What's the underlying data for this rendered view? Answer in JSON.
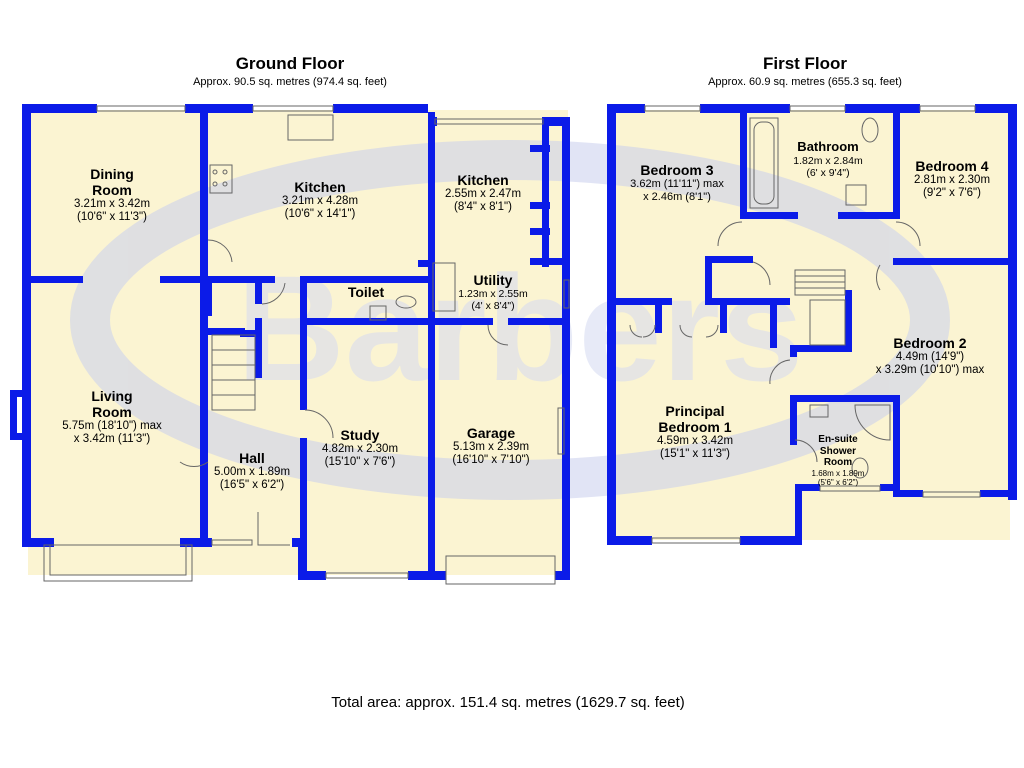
{
  "ground_floor": {
    "title": "Ground Floor",
    "area": "Approx. 90.5 sq. metres (974.4 sq. feet)",
    "rooms": {
      "dining": {
        "name_line1": "Dining",
        "name_line2": "Room",
        "dim1": "3.21m x 3.42m",
        "dim2": "(10'6\" x 11'3\")"
      },
      "kitchen1": {
        "name": "Kitchen",
        "dim1": "3.21m x 4.28m",
        "dim2": "(10'6\" x 14'1\")"
      },
      "kitchen2": {
        "name": "Kitchen",
        "dim1": "2.55m x 2.47m",
        "dim2": "(8'4\" x 8'1\")"
      },
      "toilet": {
        "name": "Toilet"
      },
      "utility": {
        "name": "Utility",
        "dim1": "1.23m x 2.55m",
        "dim2": "(4' x 8'4\")"
      },
      "living": {
        "name_line1": "Living",
        "name_line2": "Room",
        "dim1": "5.75m (18'10\") max",
        "dim2": "x 3.42m (11'3\")"
      },
      "study": {
        "name": "Study",
        "dim1": "4.82m x 2.30m",
        "dim2": "(15'10\" x 7'6\")"
      },
      "garage": {
        "name": "Garage",
        "dim1": "5.13m x 2.39m",
        "dim2": "(16'10\" x 7'10\")"
      },
      "hall": {
        "name": "Hall",
        "dim1": "5.00m x 1.89m",
        "dim2": "(16'5\" x 6'2\")"
      }
    }
  },
  "first_floor": {
    "title": "First Floor",
    "area": "Approx. 60.9 sq. metres (655.3 sq. feet)",
    "rooms": {
      "bedroom3": {
        "name": "Bedroom 3",
        "dim1": "3.62m (11'11\") max",
        "dim2": "x 2.46m (8'1\")"
      },
      "bathroom": {
        "name": "Bathroom",
        "dim1": "1.82m x 2.84m",
        "dim2": "(6' x 9'4\")"
      },
      "bedroom4": {
        "name": "Bedroom 4",
        "dim1": "2.81m x 2.30m",
        "dim2": "(9'2\" x 7'6\")"
      },
      "bedroom2": {
        "name": "Bedroom 2",
        "dim1": "4.49m (14'9\")",
        "dim2": "x 3.29m (10'10\") max"
      },
      "principal": {
        "name_line1": "Principal",
        "name_line2": "Bedroom 1",
        "dim1": "4.59m x 3.42m",
        "dim2": "(15'1\" x 11'3\")"
      },
      "ensuite": {
        "name_line1": "En-suite",
        "name_line2": "Shower",
        "name_line3": "Room",
        "dim1": "1.68m x 1.89m",
        "dim2": "(5'6\" x 6'2\")"
      }
    }
  },
  "watermark": {
    "text": "Barbers"
  },
  "total_area": "Total area: approx. 151.4 sq. metres (1629.7 sq. feet)",
  "colors": {
    "wall": "#0b1be8",
    "floor": "#fbf4d2",
    "watermark_fill": "#d8dcf0",
    "background": "#ffffff"
  }
}
